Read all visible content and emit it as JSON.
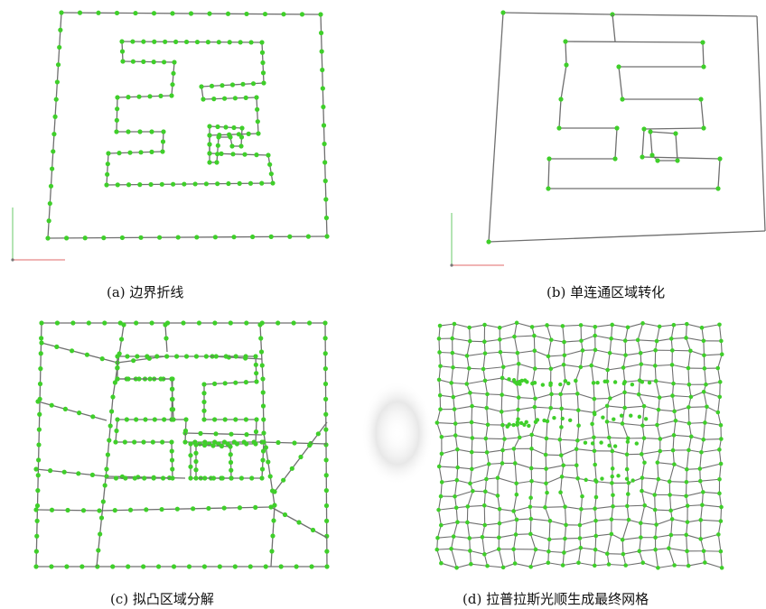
{
  "figure": {
    "captions": {
      "a": "(a)  边界折线",
      "b": "(b)  单连通区域转化",
      "c": "(c)  拟凸区域分解",
      "d": "(d)  拉普拉斯光顺生成最终网格"
    }
  },
  "colors": {
    "edge": "#6f6f6f",
    "node": "#3fcf2a",
    "axis_x": "#e06a6a",
    "axis_y": "#6ac86a"
  }
}
